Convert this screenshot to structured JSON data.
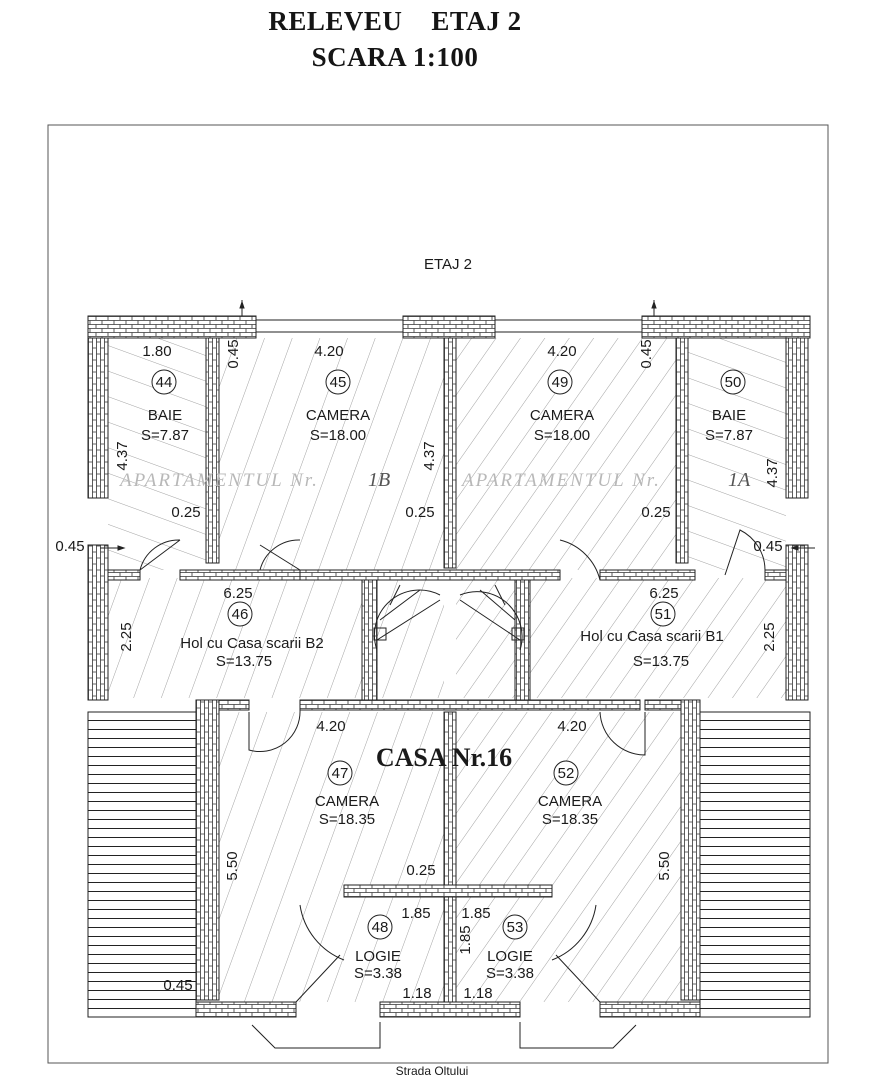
{
  "header": {
    "title_line1": "RELEVEU    ETAJ 2",
    "title_line2": "SCARA 1:100"
  },
  "plan": {
    "floor_label": "ETAJ 2",
    "house_label": "CASA Nr.16",
    "street_label": "Strada Oltului",
    "watermark_left": "APARTAMENTUL Nr.",
    "watermark_right": "APARTAMENTUL Nr.",
    "apartment_left_handwritten": "1B",
    "apartment_right_handwritten": "1A"
  },
  "rooms": [
    {
      "number": "44",
      "name": "BAIE",
      "area": "S=7.87"
    },
    {
      "number": "45",
      "name": "CAMERA",
      "area": "S=18.00"
    },
    {
      "number": "49",
      "name": "CAMERA",
      "area": "S=18.00"
    },
    {
      "number": "50",
      "name": "BAIE",
      "area": "S=7.87"
    },
    {
      "number": "46",
      "name": "Hol cu Casa scarii B2",
      "area": "S=13.75"
    },
    {
      "number": "51",
      "name": "Hol cu Casa scarii B1",
      "area": "S=13.75"
    },
    {
      "number": "47",
      "name": "CAMERA",
      "area": "S=18.35"
    },
    {
      "number": "52",
      "name": "CAMERA",
      "area": "S=18.35"
    },
    {
      "number": "48",
      "name": "LOGIE",
      "area": "S=3.38"
    },
    {
      "number": "53",
      "name": "LOGIE",
      "area": "S=3.38"
    }
  ],
  "dimensions": {
    "baie44_width": "1.80",
    "cam45_width": "4.20",
    "cam49_width": "4.20",
    "wall_top_left": "0.45",
    "wall_top_right": "0.45",
    "baie44_depth": "4.37",
    "cam45_depth": "4.37",
    "baie50_depth": "4.37",
    "partition_left": "0.25",
    "partition_mid": "0.25",
    "partition_right": "0.25",
    "ext_wall_left": "0.45",
    "ext_wall_right": "0.45",
    "hol46_width": "6.25",
    "hol51_width": "6.25",
    "hol46_depth": "2.25",
    "hol51_depth": "2.25",
    "cam47_width": "4.20",
    "cam52_width": "4.20",
    "cam47_depth": "5.50",
    "cam52_depth": "5.50",
    "partition_bottom": "0.25",
    "logie48_width": "1.85",
    "logie53_width": "1.85",
    "logie_depth": "1.85",
    "logie48_opening": "1.18",
    "logie53_opening": "1.18",
    "ext_wall_bottom": "0.45"
  }
}
